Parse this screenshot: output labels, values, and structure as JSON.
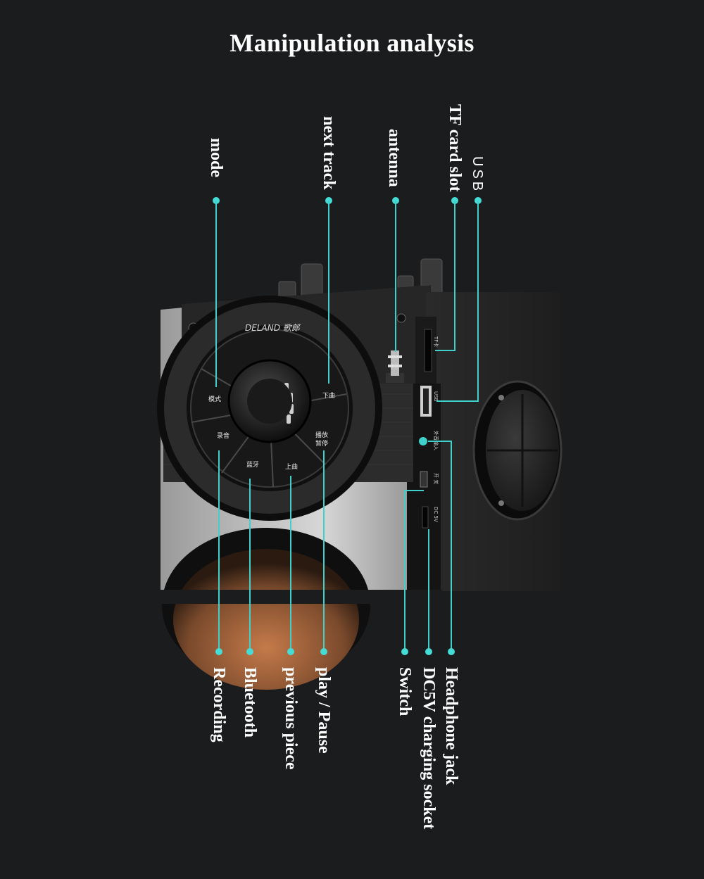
{
  "title": "Manipulation analysis",
  "brand": "DELAND 歌郎",
  "top_labels": {
    "mode": "mode",
    "next_track": "next track",
    "antenna": "antenna",
    "tf_card_slot": "TF card slot",
    "usb": "USB"
  },
  "bottom_labels": {
    "recording": "Recording",
    "bluetooth": "Bluetooth",
    "previous_piece": "previous piece",
    "play_pause": "play / Pause",
    "switch": "Switch",
    "dc5v": "DC5V charging socket",
    "headphone_jack": "Headphone jack"
  },
  "panel_buttons": {
    "mode": "模式",
    "next": "下曲",
    "record": "录音",
    "play_line1": "播放",
    "play_line2": "暂停",
    "bluetooth": "蓝牙",
    "previous": "上曲"
  },
  "ports": {
    "tf": "TF卡",
    "usb": "USB",
    "audio_in": "外音输入",
    "switch": "开 关",
    "dc": "DC 5V"
  },
  "colors": {
    "background": "#1b1c1d",
    "leader": "#3fd0cc",
    "text": "#ffffff"
  }
}
